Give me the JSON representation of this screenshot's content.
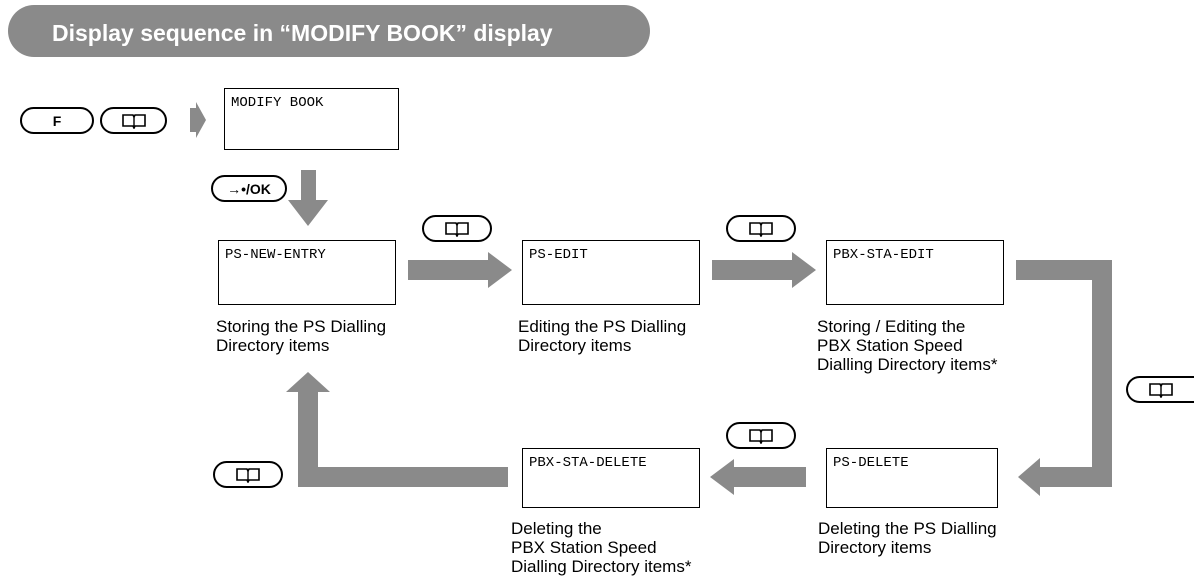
{
  "title": "Display sequence in “MODIFY BOOK” display",
  "keys": {
    "f_label": "F",
    "ok_label": "→•/OK",
    "book_icon": "open-book-icon"
  },
  "displays": {
    "modify_book": "MODIFY BOOK",
    "ps_new_entry": "PS-NEW-ENTRY",
    "ps_edit": "PS-EDIT",
    "pbx_sta_edit": "PBX-STA-EDIT",
    "ps_delete": "PS-DELETE",
    "pbx_sta_delete": "PBX-STA-DELETE"
  },
  "captions": {
    "ps_new_entry": [
      "Storing the PS Dialling",
      "Directory items"
    ],
    "ps_edit": [
      "Editing the PS Dialling",
      "Directory items"
    ],
    "pbx_sta_edit": [
      "Storing / Editing the",
      "PBX Station Speed",
      "Dialling Directory items*"
    ],
    "ps_delete": [
      "Deleting the PS Dialling",
      "Directory items"
    ],
    "pbx_sta_delete": [
      "Deleting the",
      "PBX Station Speed",
      "Dialling Directory items*"
    ]
  },
  "colors": {
    "title_bg": "#8a8a8a",
    "arrow": "#8a8a8a"
  }
}
